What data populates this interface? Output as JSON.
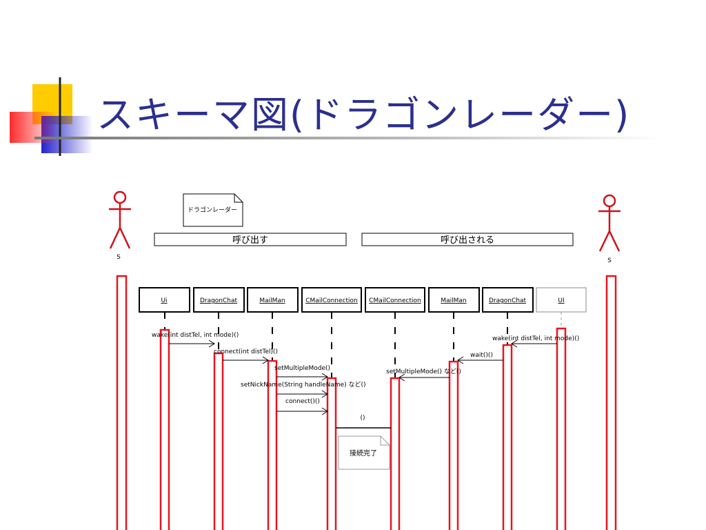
{
  "title": "スキーマ図(ドラゴンレーダー)",
  "note_top": "ドラゴンレーダー",
  "headers": {
    "left": "呼び出す",
    "right": "呼び出される"
  },
  "actors": {
    "left": "S",
    "right": "S"
  },
  "lifelines": [
    "Ui",
    "DragonChat",
    "MailMan",
    "CMailConnection",
    "CMailConnection",
    "MailMan",
    "DragonChat",
    "UI"
  ],
  "messages": {
    "m1": "wake(int distTel, int mode)()",
    "m2": "connect(int distTel)()",
    "m3": "setMultipleMode()",
    "m4": "setNickName(String handleName) など()",
    "m5": "connect()()",
    "m6": "()",
    "m7": "wake(int distTel, int mode)()",
    "m8": "wait()()",
    "m9": "setMultipleMode()  など()"
  },
  "note_bottom": "接続完了",
  "colors": {
    "title": "#2b2f8f",
    "activation": "#e8141e",
    "actor": "#d0101a"
  }
}
